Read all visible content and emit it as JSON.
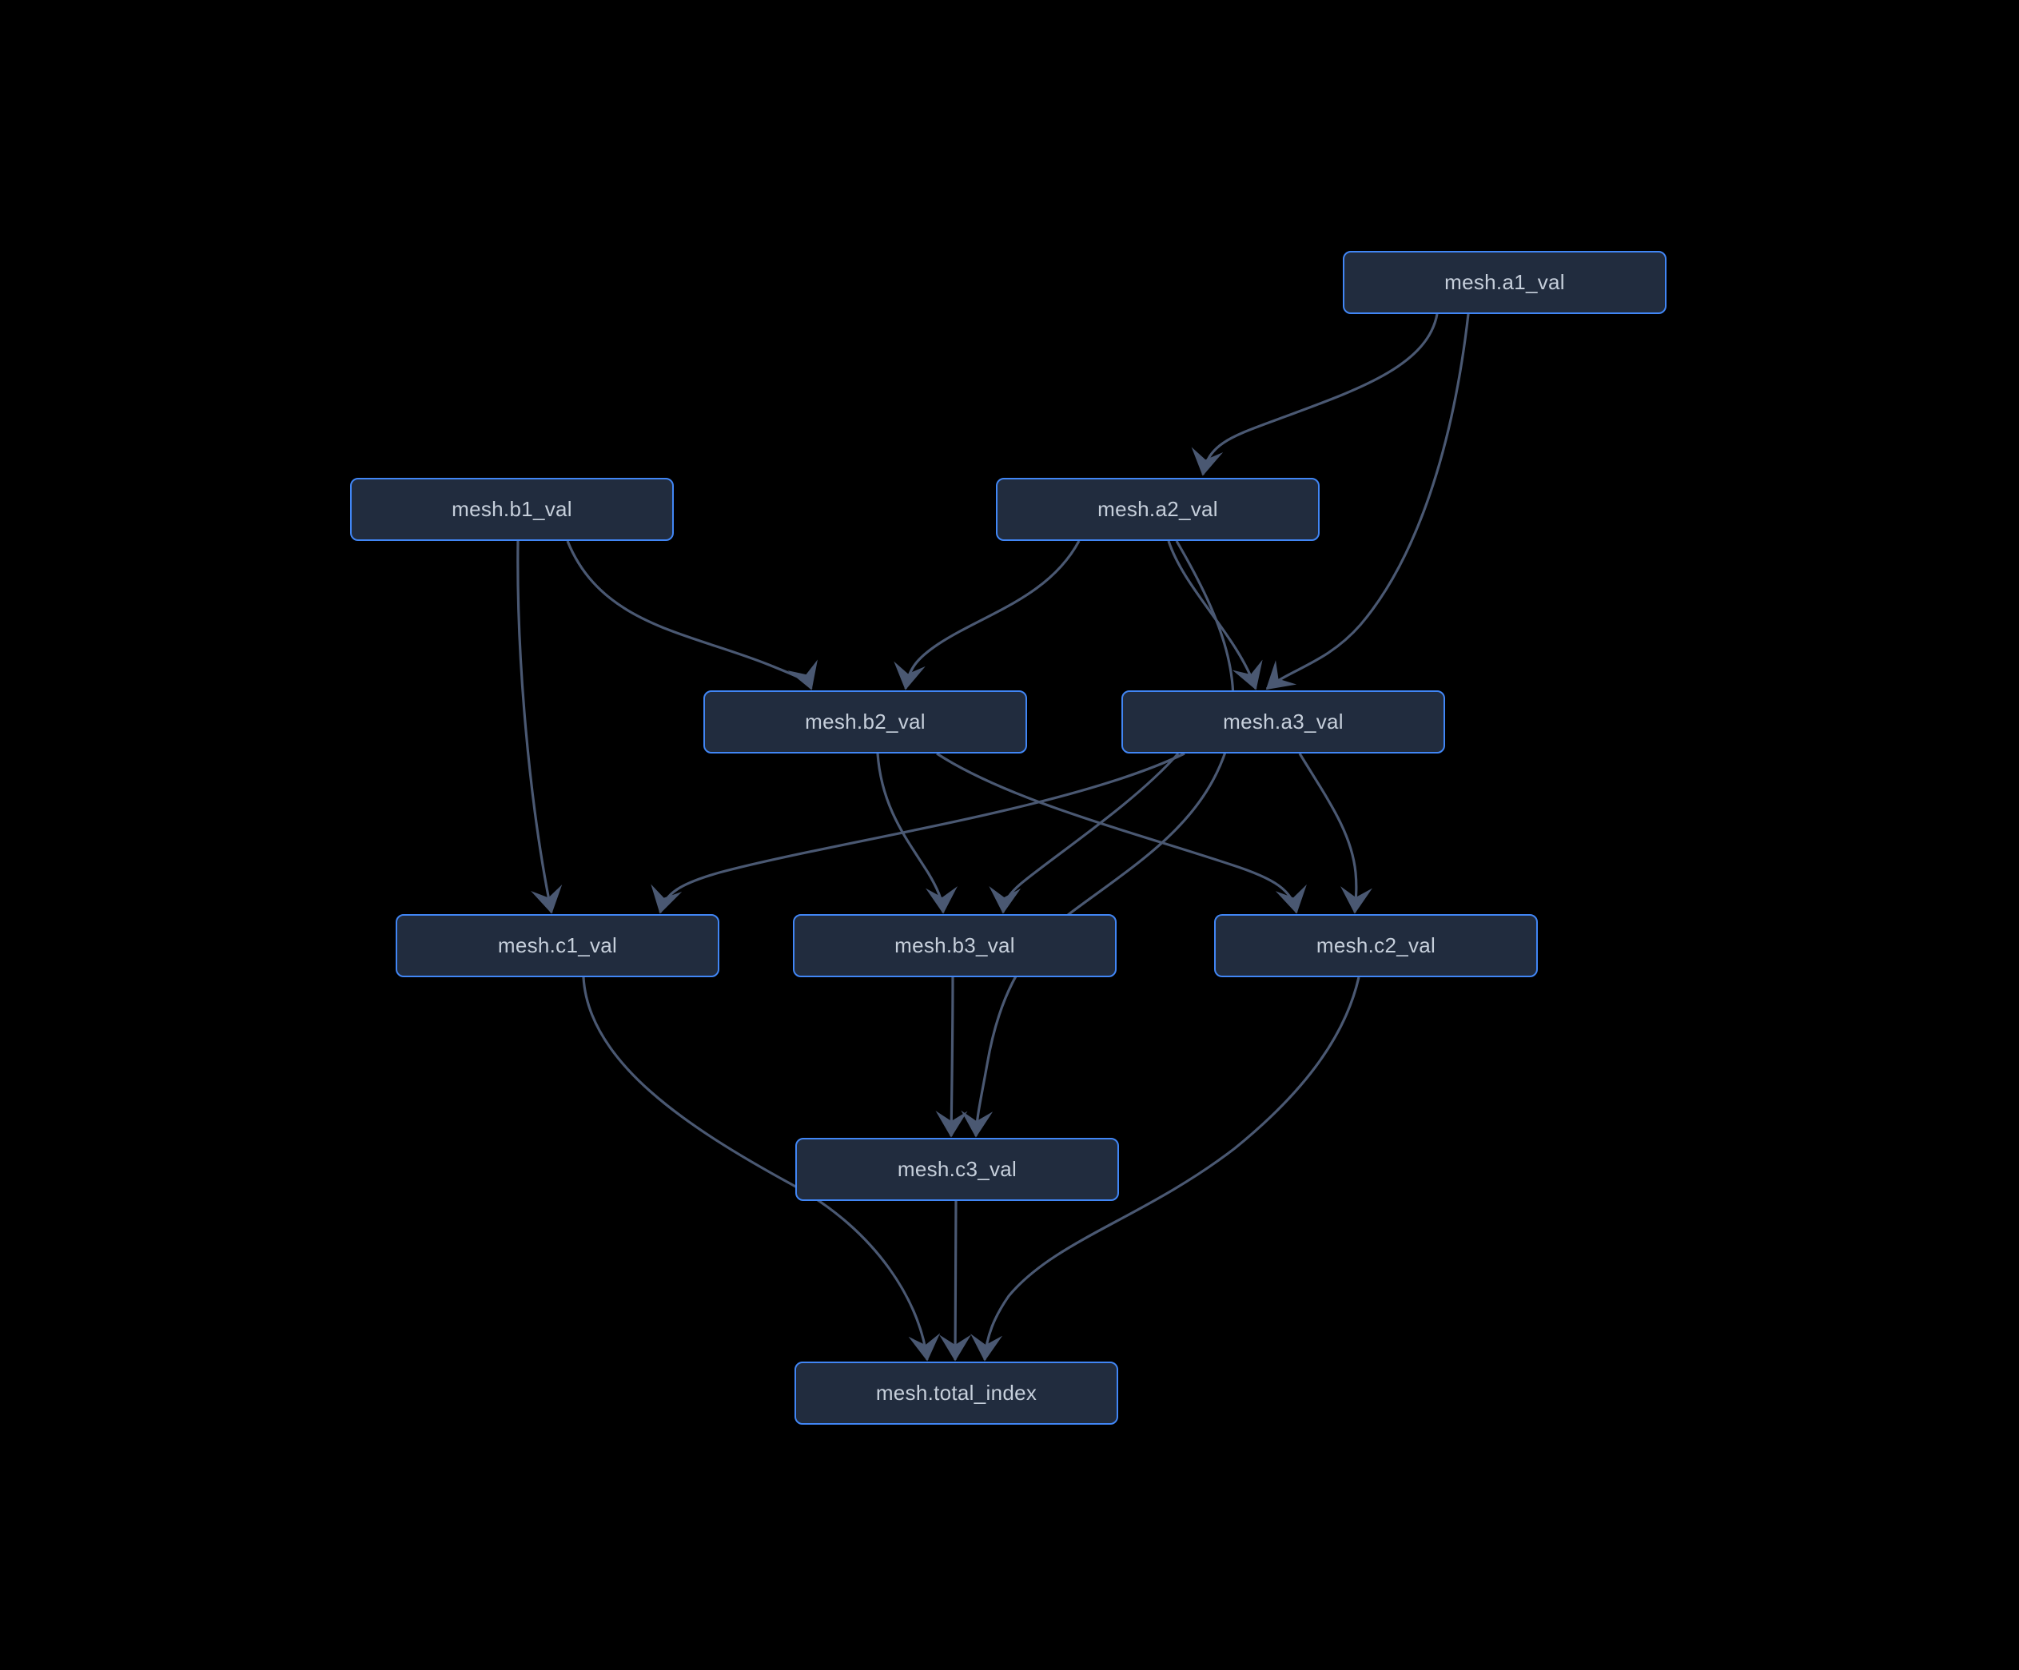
{
  "page": {
    "background": "#000000"
  },
  "graph": {
    "colors": {
      "background": "#000000",
      "node_fill": "#212c3e",
      "node_border": "#4186f5",
      "node_text": "#c6cfdb",
      "edge": "#4a5872"
    },
    "nodes": [
      {
        "id": "a1",
        "label": "mesh.a1_val"
      },
      {
        "id": "b1",
        "label": "mesh.b1_val"
      },
      {
        "id": "a2",
        "label": "mesh.a2_val"
      },
      {
        "id": "b2",
        "label": "mesh.b2_val"
      },
      {
        "id": "a3",
        "label": "mesh.a3_val"
      },
      {
        "id": "c1",
        "label": "mesh.c1_val"
      },
      {
        "id": "b3",
        "label": "mesh.b3_val"
      },
      {
        "id": "c2",
        "label": "mesh.c2_val"
      },
      {
        "id": "c3",
        "label": "mesh.c3_val"
      },
      {
        "id": "total",
        "label": "mesh.total_index"
      }
    ],
    "edges": [
      {
        "from": "a1",
        "to": "a2"
      },
      {
        "from": "a1",
        "to": "a3"
      },
      {
        "from": "a2",
        "to": "b2"
      },
      {
        "from": "a2",
        "to": "a3"
      },
      {
        "from": "a2",
        "to": "c3"
      },
      {
        "from": "b1",
        "to": "b2"
      },
      {
        "from": "b1",
        "to": "c1"
      },
      {
        "from": "b2",
        "to": "b3"
      },
      {
        "from": "b2",
        "to": "c2"
      },
      {
        "from": "a3",
        "to": "c1"
      },
      {
        "from": "a3",
        "to": "b3"
      },
      {
        "from": "a3",
        "to": "c2"
      },
      {
        "from": "b3",
        "to": "c3"
      },
      {
        "from": "c1",
        "to": "total"
      },
      {
        "from": "c3",
        "to": "total"
      },
      {
        "from": "c2",
        "to": "total"
      }
    ]
  }
}
